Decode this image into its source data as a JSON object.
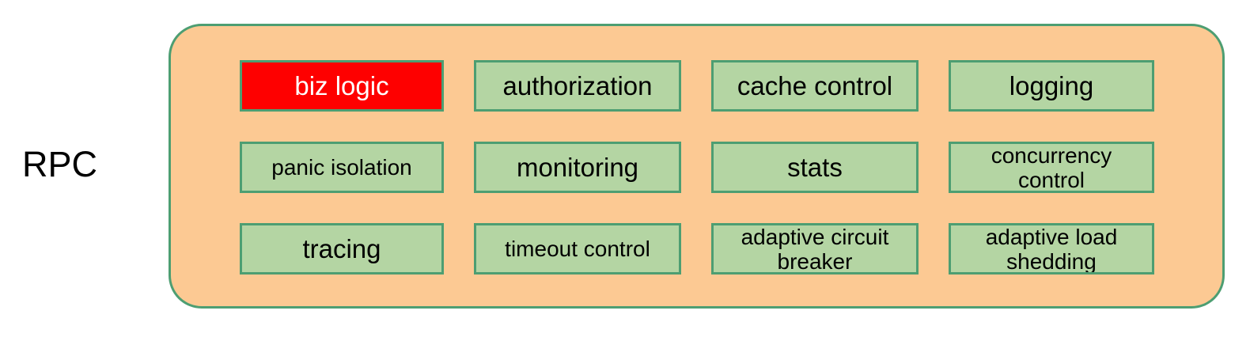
{
  "diagram": {
    "title_label": "RPC",
    "container": {
      "name": "rpc-middleware-container",
      "fill_color": "#fcc993",
      "border_color": "#4d9e72"
    },
    "default_cell_fill": "#b4d5a3",
    "highlight_cell_fill": "#fe0000",
    "highlight_cell_text_color": "#ffffff",
    "cells": [
      {
        "label": "biz logic",
        "highlighted": true,
        "size": "normal"
      },
      {
        "label": "authorization",
        "highlighted": false,
        "size": "normal"
      },
      {
        "label": "cache control",
        "highlighted": false,
        "size": "normal"
      },
      {
        "label": "logging",
        "highlighted": false,
        "size": "normal"
      },
      {
        "label": "panic isolation",
        "highlighted": false,
        "size": "small"
      },
      {
        "label": "monitoring",
        "highlighted": false,
        "size": "normal"
      },
      {
        "label": "stats",
        "highlighted": false,
        "size": "normal"
      },
      {
        "label": "concurrency\ncontrol",
        "highlighted": false,
        "size": "wrap"
      },
      {
        "label": "tracing",
        "highlighted": false,
        "size": "normal"
      },
      {
        "label": "timeout control",
        "highlighted": false,
        "size": "small"
      },
      {
        "label": "adaptive circuit\nbreaker",
        "highlighted": false,
        "size": "wrap"
      },
      {
        "label": "adaptive load\nshedding",
        "highlighted": false,
        "size": "wrap"
      }
    ]
  }
}
